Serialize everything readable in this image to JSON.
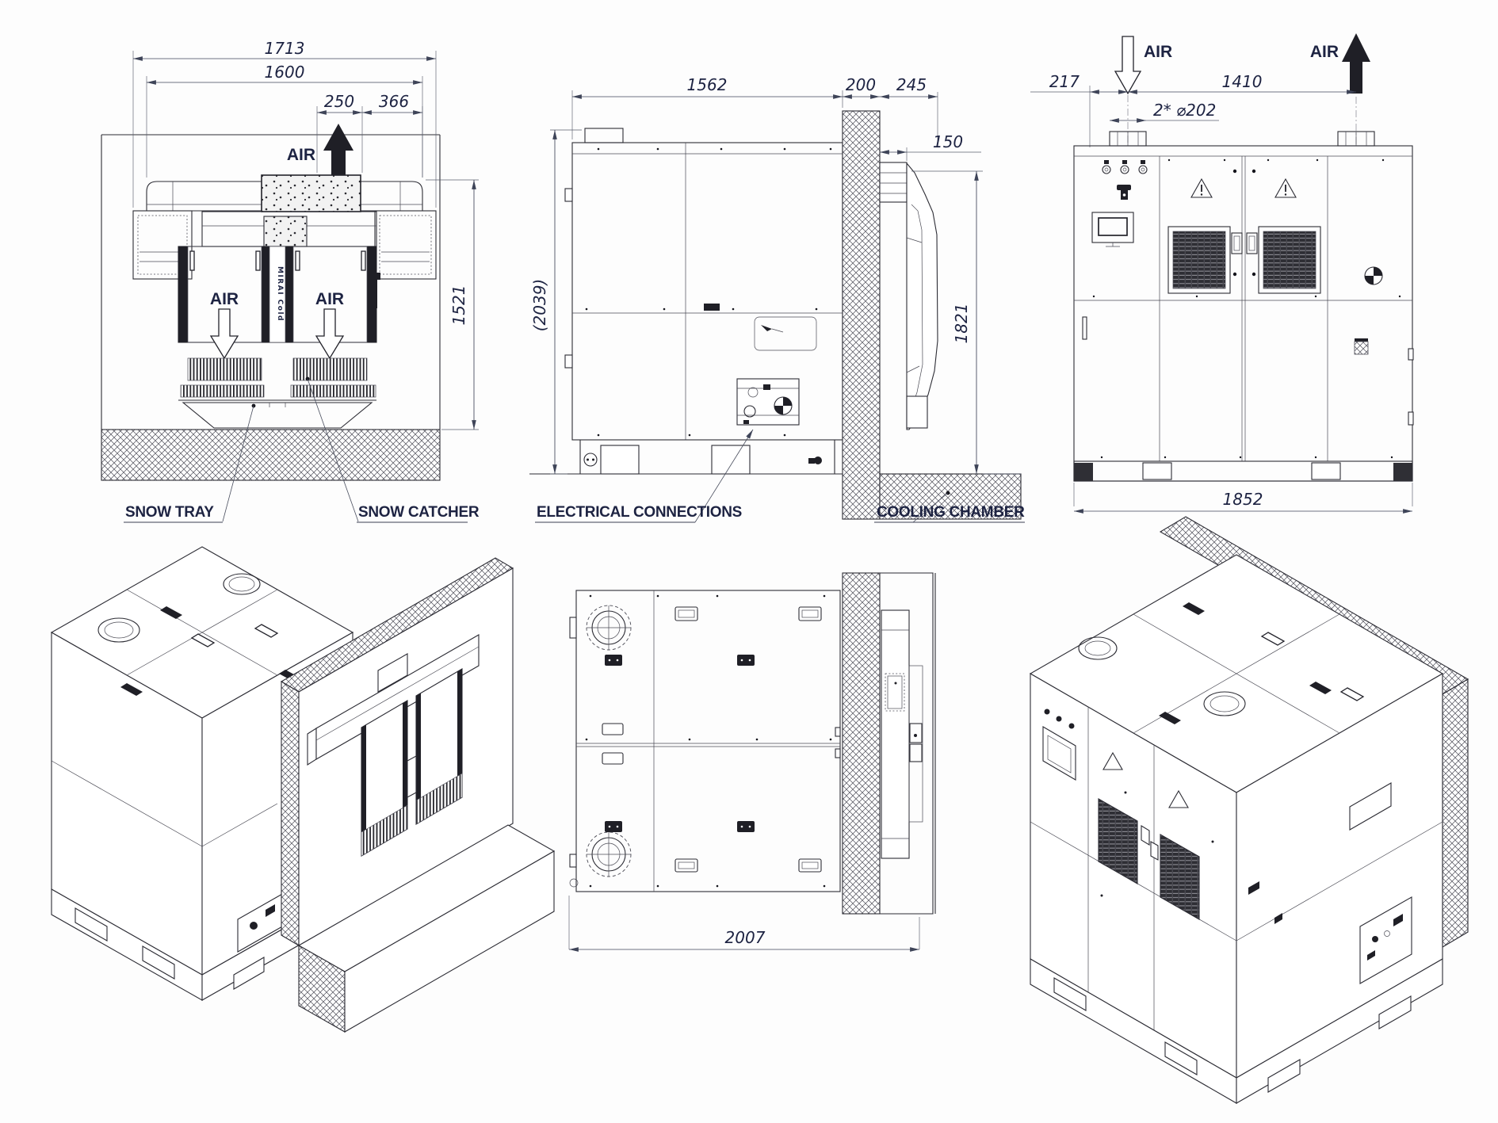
{
  "labels": {
    "air": "AIR",
    "brand": "MIRAI Cold",
    "snow_tray": "SNOW TRAY",
    "snow_catcher": "SNOW CATCHER",
    "electrical_connections": "ELECTRICAL CONNECTIONS",
    "cooling_chamber": "COOLING CHAMBER"
  },
  "dims": {
    "front_section": {
      "overall_width": "1713",
      "plenum_width": "1600",
      "duct_offset": "250",
      "duct_to_edge": "366",
      "height": "1521"
    },
    "side": {
      "depth": "1562",
      "wall_thickness": "200",
      "protrusion": "245",
      "catcher_offset": "150",
      "overall_height": "(2039)",
      "catcher_height": "1821"
    },
    "front": {
      "duct_offset_left": "217",
      "duct_spacing": "1410",
      "duct_diameter": "2* ⌀202",
      "overall_width": "1852"
    },
    "top": {
      "overall_depth": "2007"
    }
  },
  "colors": {
    "line": "#2c2c34",
    "dimension": "#3e4458",
    "text": "#1d2342",
    "paper": "#fdfdfd"
  }
}
